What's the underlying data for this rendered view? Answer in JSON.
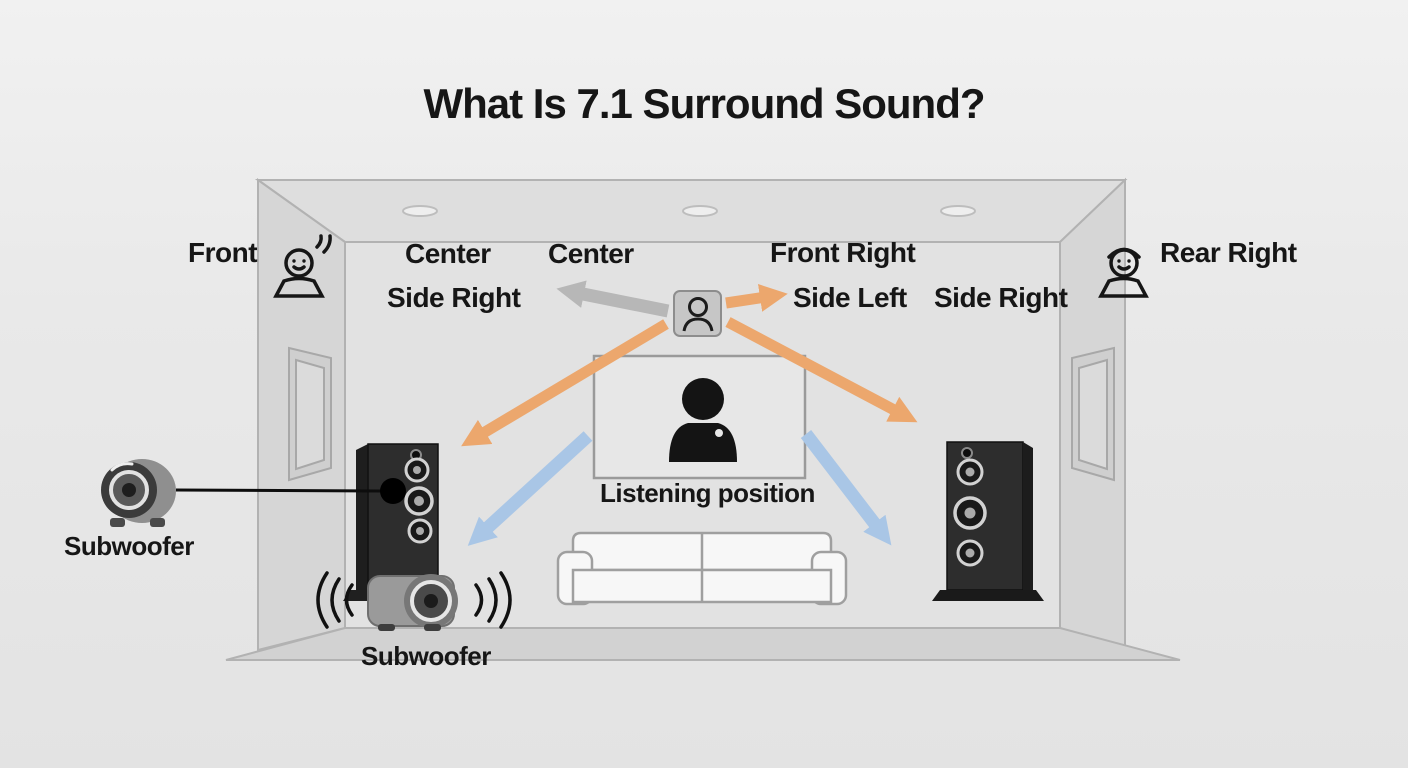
{
  "title": "What Is 7.1 Surround Sound?",
  "labels": {
    "front": "Front",
    "center_a": "Center",
    "center_b": "Center",
    "front_right": "Front Right",
    "rear_right": "Rear Right",
    "side_right_a": "Side Right",
    "side_left": "Side Left",
    "side_right_b": "Side Right",
    "listening_position": "Listening position",
    "subwoofer_callout": "Subwoofer",
    "subwoofer_floor": "Subwoofer"
  },
  "icons": {
    "front_speaker": "person-face-icon",
    "rear_right_speaker": "person-headphones-icon",
    "center_listener": "person-in-square-icon",
    "subwoofer": "round-speaker-icon",
    "floor_subwoofer": "subwoofer-soundwaves-icon",
    "listener": "person-silhouette-icon"
  },
  "colors": {
    "background": "#eaeaea",
    "text": "#161616",
    "arrow_orange": "#eca76d",
    "arrow_blue": "#a9c6e6",
    "arrow_gray": "#b7b7b7",
    "speaker_body": "#2d2d2d",
    "room_wall": "#d7d7d7"
  }
}
